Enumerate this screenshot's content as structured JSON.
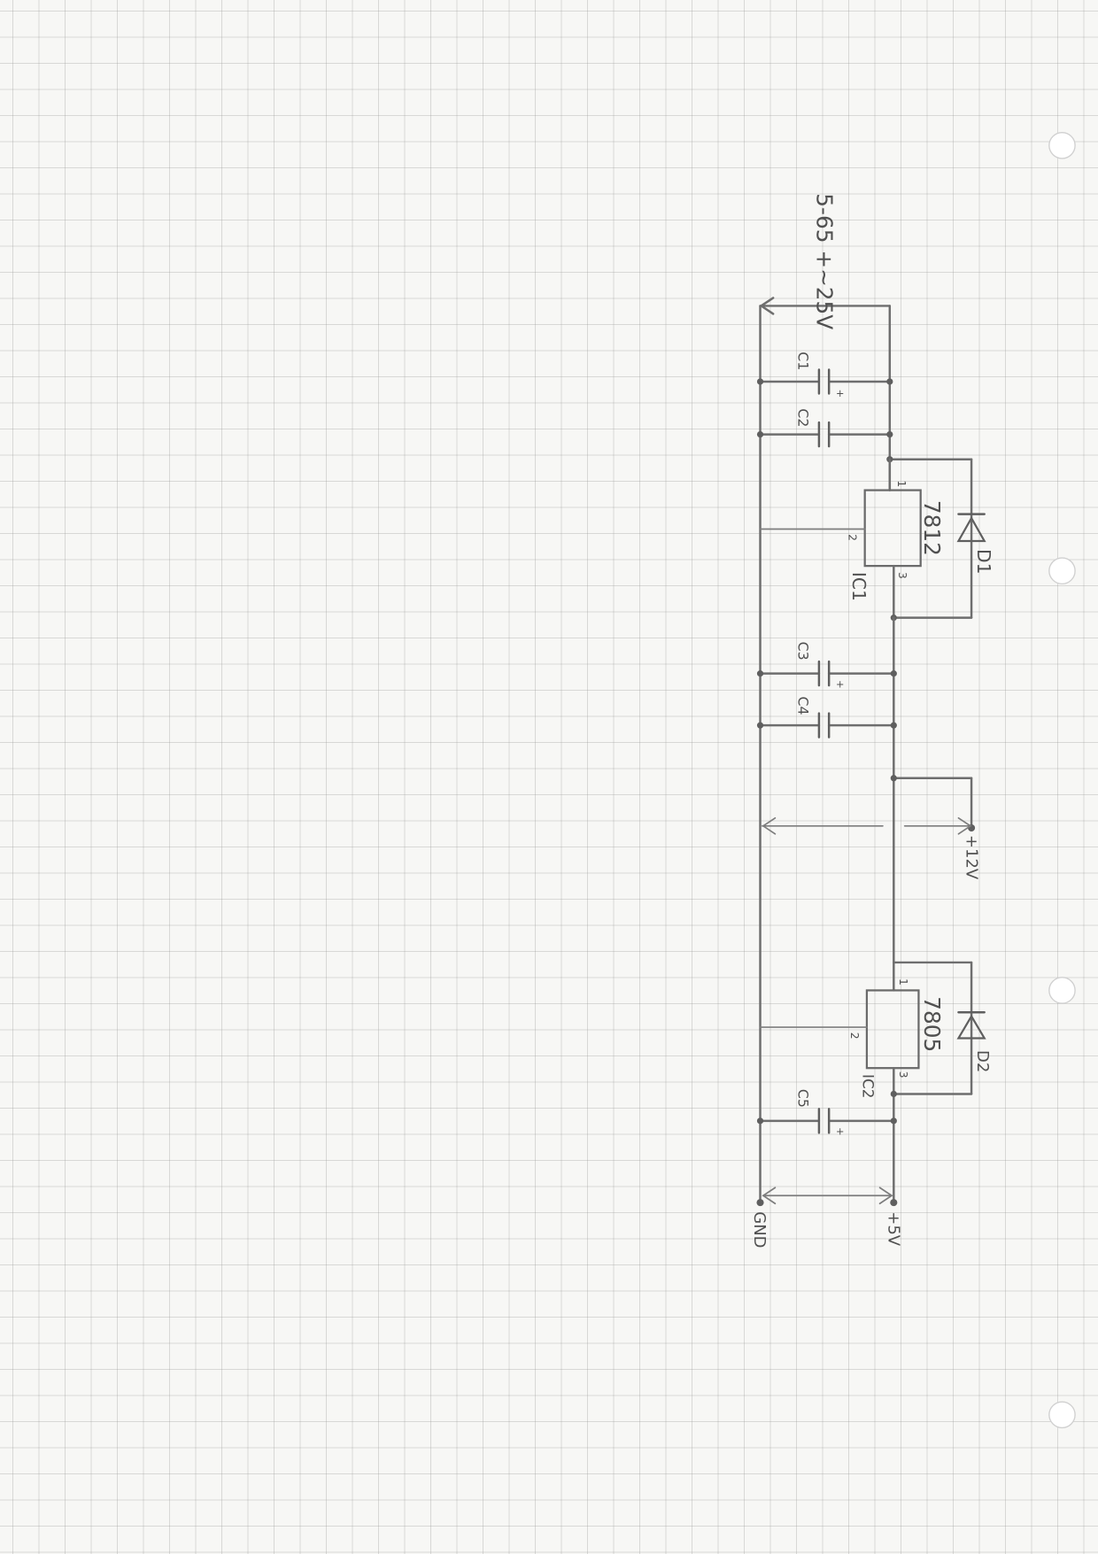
{
  "schematic": {
    "input_label": "5-65 +~25V",
    "capacitors": [
      {
        "name": "C1",
        "label": "C1",
        "polarized": true,
        "polarity_mark": "+"
      },
      {
        "name": "C2",
        "label": "C2",
        "polarized": false
      },
      {
        "name": "C3",
        "label": "C3",
        "polarized": true,
        "polarity_mark": "+"
      },
      {
        "name": "C4",
        "label": "C4",
        "polarized": false
      },
      {
        "name": "C5",
        "label": "C5",
        "polarized": true,
        "polarity_mark": "+"
      }
    ],
    "regulators": [
      {
        "designator": "IC1",
        "part": "7812",
        "pins": [
          "1",
          "2",
          "3"
        ]
      },
      {
        "designator": "IC2",
        "part": "7805",
        "pins": [
          "1",
          "2",
          "3"
        ]
      }
    ],
    "diodes": [
      {
        "designator": "D1"
      },
      {
        "designator": "D2"
      }
    ],
    "outputs": {
      "v12": "+12V",
      "v5": "+5V",
      "gnd": "GND"
    }
  }
}
